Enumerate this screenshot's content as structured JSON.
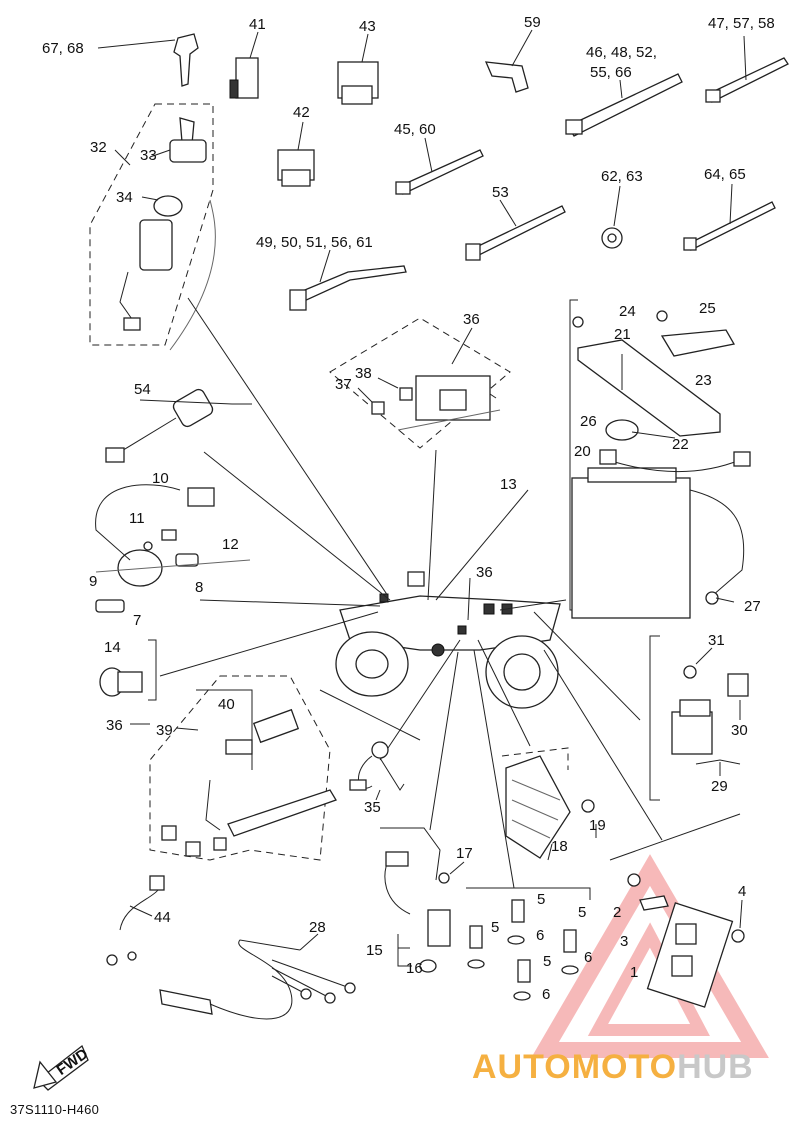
{
  "diagram": {
    "catalog_number": "37S1110-H460",
    "direction_marker": "FWD",
    "callouts": [
      {
        "id": "c_67_68",
        "text": "67, 68"
      },
      {
        "id": "c_41",
        "text": "41"
      },
      {
        "id": "c_43",
        "text": "43"
      },
      {
        "id": "c_59",
        "text": "59"
      },
      {
        "id": "c_46_48_52",
        "text": "46, 48, 52,"
      },
      {
        "id": "c_55_66",
        "text": "55, 66"
      },
      {
        "id": "c_47_57_58",
        "text": "47, 57, 58"
      },
      {
        "id": "c_42",
        "text": "42"
      },
      {
        "id": "c_45_60",
        "text": "45, 60"
      },
      {
        "id": "c_32",
        "text": "32"
      },
      {
        "id": "c_33",
        "text": "33"
      },
      {
        "id": "c_34",
        "text": "34"
      },
      {
        "id": "c_53",
        "text": "53"
      },
      {
        "id": "c_62_63",
        "text": "62, 63"
      },
      {
        "id": "c_64_65",
        "text": "64, 65"
      },
      {
        "id": "c_49_61",
        "text": "49, 50, 51, 56, 61"
      },
      {
        "id": "c_24",
        "text": "24"
      },
      {
        "id": "c_25",
        "text": "25"
      },
      {
        "id": "c_21",
        "text": "21"
      },
      {
        "id": "c_36a",
        "text": "36"
      },
      {
        "id": "c_38",
        "text": "38"
      },
      {
        "id": "c_37",
        "text": "37"
      },
      {
        "id": "c_23",
        "text": "23"
      },
      {
        "id": "c_54",
        "text": "54"
      },
      {
        "id": "c_26",
        "text": "26"
      },
      {
        "id": "c_22",
        "text": "22"
      },
      {
        "id": "c_20",
        "text": "20"
      },
      {
        "id": "c_13",
        "text": "13"
      },
      {
        "id": "c_10",
        "text": "10"
      },
      {
        "id": "c_11",
        "text": "11"
      },
      {
        "id": "c_12",
        "text": "12"
      },
      {
        "id": "c_9",
        "text": "9"
      },
      {
        "id": "c_8",
        "text": "8"
      },
      {
        "id": "c_7",
        "text": "7"
      },
      {
        "id": "c_36b",
        "text": "36"
      },
      {
        "id": "c_27",
        "text": "27"
      },
      {
        "id": "c_14",
        "text": "14"
      },
      {
        "id": "c_31",
        "text": "31"
      },
      {
        "id": "c_40",
        "text": "40"
      },
      {
        "id": "c_36c",
        "text": "36"
      },
      {
        "id": "c_39",
        "text": "39"
      },
      {
        "id": "c_30",
        "text": "30"
      },
      {
        "id": "c_29",
        "text": "29"
      },
      {
        "id": "c_35",
        "text": "35"
      },
      {
        "id": "c_19",
        "text": "19"
      },
      {
        "id": "c_18",
        "text": "18"
      },
      {
        "id": "c_17",
        "text": "17"
      },
      {
        "id": "c_44",
        "text": "44"
      },
      {
        "id": "c_4",
        "text": "4"
      },
      {
        "id": "c_5a",
        "text": "5"
      },
      {
        "id": "c_5b",
        "text": "5"
      },
      {
        "id": "c_5c",
        "text": "5"
      },
      {
        "id": "c_5d",
        "text": "5"
      },
      {
        "id": "c_2",
        "text": "2"
      },
      {
        "id": "c_28",
        "text": "28"
      },
      {
        "id": "c_6a",
        "text": "6"
      },
      {
        "id": "c_6b",
        "text": "6"
      },
      {
        "id": "c_6c",
        "text": "6"
      },
      {
        "id": "c_3",
        "text": "3"
      },
      {
        "id": "c_15",
        "text": "15"
      },
      {
        "id": "c_16",
        "text": "16"
      },
      {
        "id": "c_1",
        "text": "1"
      }
    ]
  },
  "watermark": {
    "brand_part1": "AUTOMOTO",
    "brand_part2": "HUB",
    "color_accent": "#f5b041",
    "color_logo": "#f08080"
  }
}
